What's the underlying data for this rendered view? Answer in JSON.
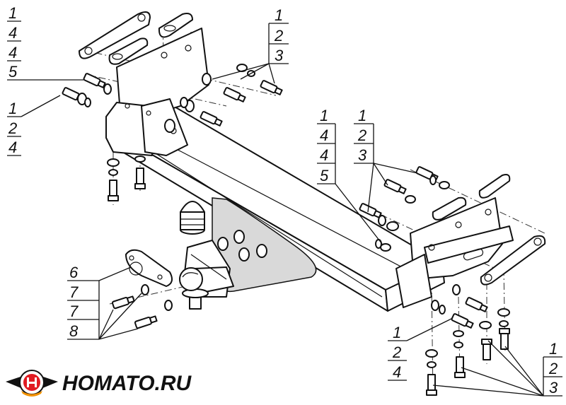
{
  "brand": {
    "name": "HOMATO.RU",
    "logo_colors": {
      "primary": "#e11b22",
      "accent": "#f39200",
      "dark": "#111111"
    }
  },
  "callouts": {
    "top_left_upper": [
      "1",
      "4",
      "4",
      "5"
    ],
    "top_left_lower": [
      "1",
      "2",
      "4"
    ],
    "top_center": [
      "1",
      "2",
      "3"
    ],
    "middle_right_left": [
      "1",
      "4",
      "4",
      "5"
    ],
    "middle_right_right": [
      "1",
      "2",
      "3"
    ],
    "bottom_left": [
      "6",
      "7",
      "7",
      "8"
    ],
    "bottom_center": [
      "1",
      "2",
      "4"
    ],
    "bottom_right": [
      "1",
      "2",
      "3"
    ]
  }
}
